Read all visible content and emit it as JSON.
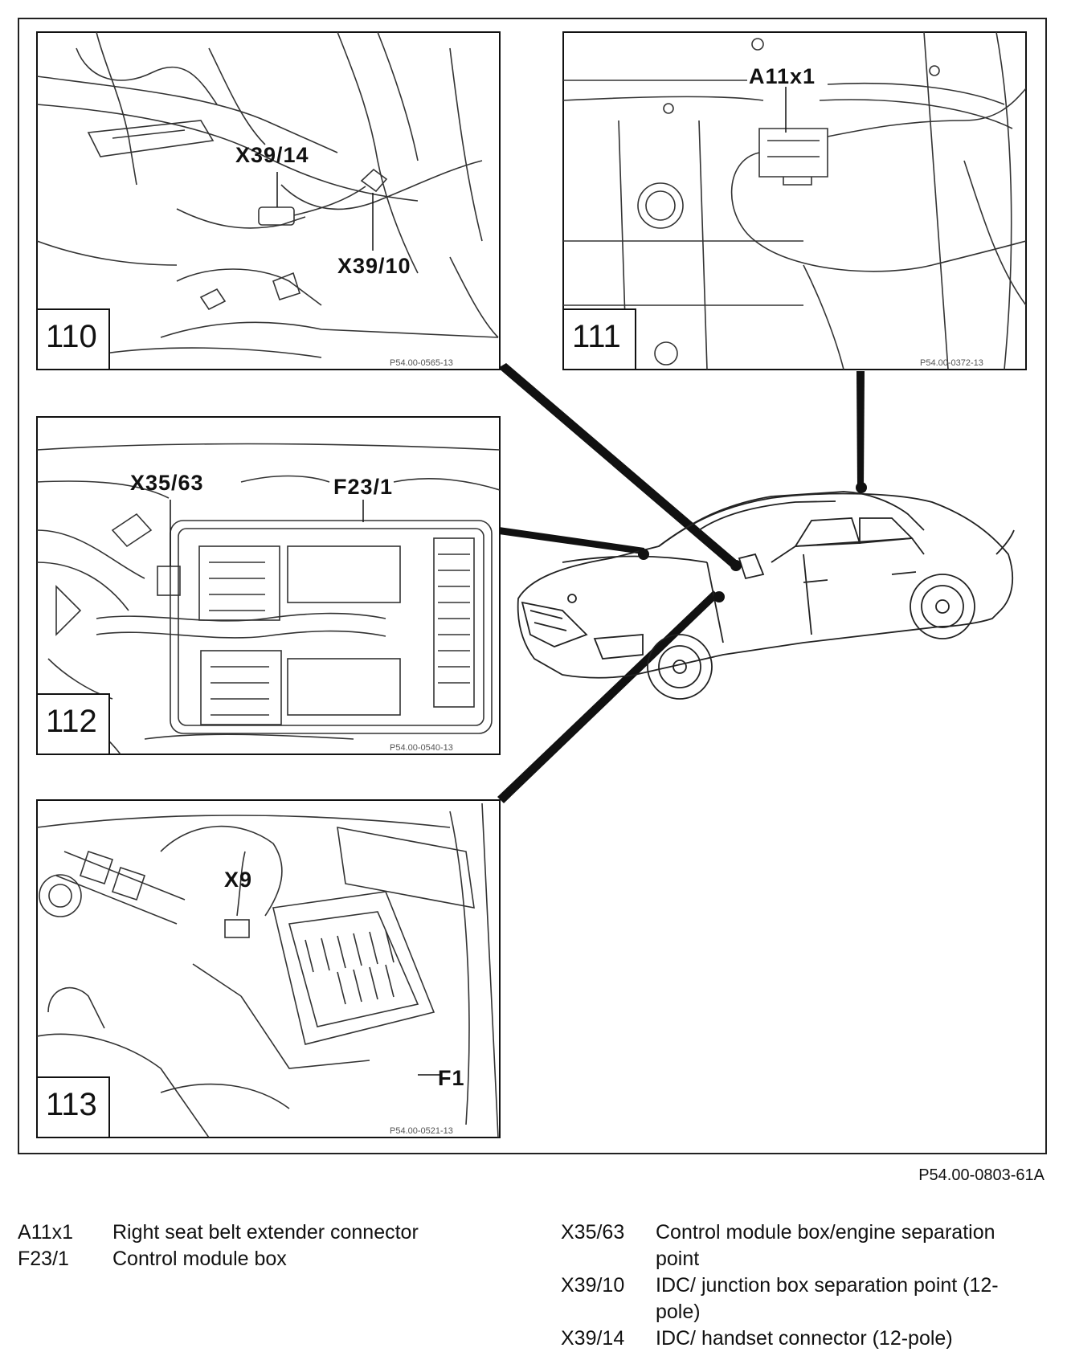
{
  "panels": {
    "p110": {
      "number": "110",
      "ref": "P54.00-0565-13",
      "labels": {
        "a": "X39/14",
        "b": "X39/10"
      }
    },
    "p111": {
      "number": "111",
      "ref": "P54.00-0372-13",
      "labels": {
        "a": "A11x1"
      }
    },
    "p112": {
      "number": "112",
      "ref": "P54.00-0540-13",
      "labels": {
        "a": "X35/63",
        "b": "F23/1"
      }
    },
    "p113": {
      "number": "113",
      "ref": "P54.00-0521-13",
      "labels": {
        "a": "X9",
        "b": "F1"
      }
    }
  },
  "figure_ref": "P54.00-0803-61A",
  "legend": {
    "left": [
      {
        "code": "A11x1",
        "desc": "Right seat belt extender connector"
      },
      {
        "code": "F23/1",
        "desc": "Control module box"
      }
    ],
    "right": [
      {
        "code": "X35/63",
        "desc": "Control module box/engine separation point"
      },
      {
        "code": "X39/10",
        "desc": "IDC/ junction box separation point (12-pole)"
      },
      {
        "code": "X39/14",
        "desc": "IDC/ handset connector (12-pole)"
      }
    ]
  }
}
